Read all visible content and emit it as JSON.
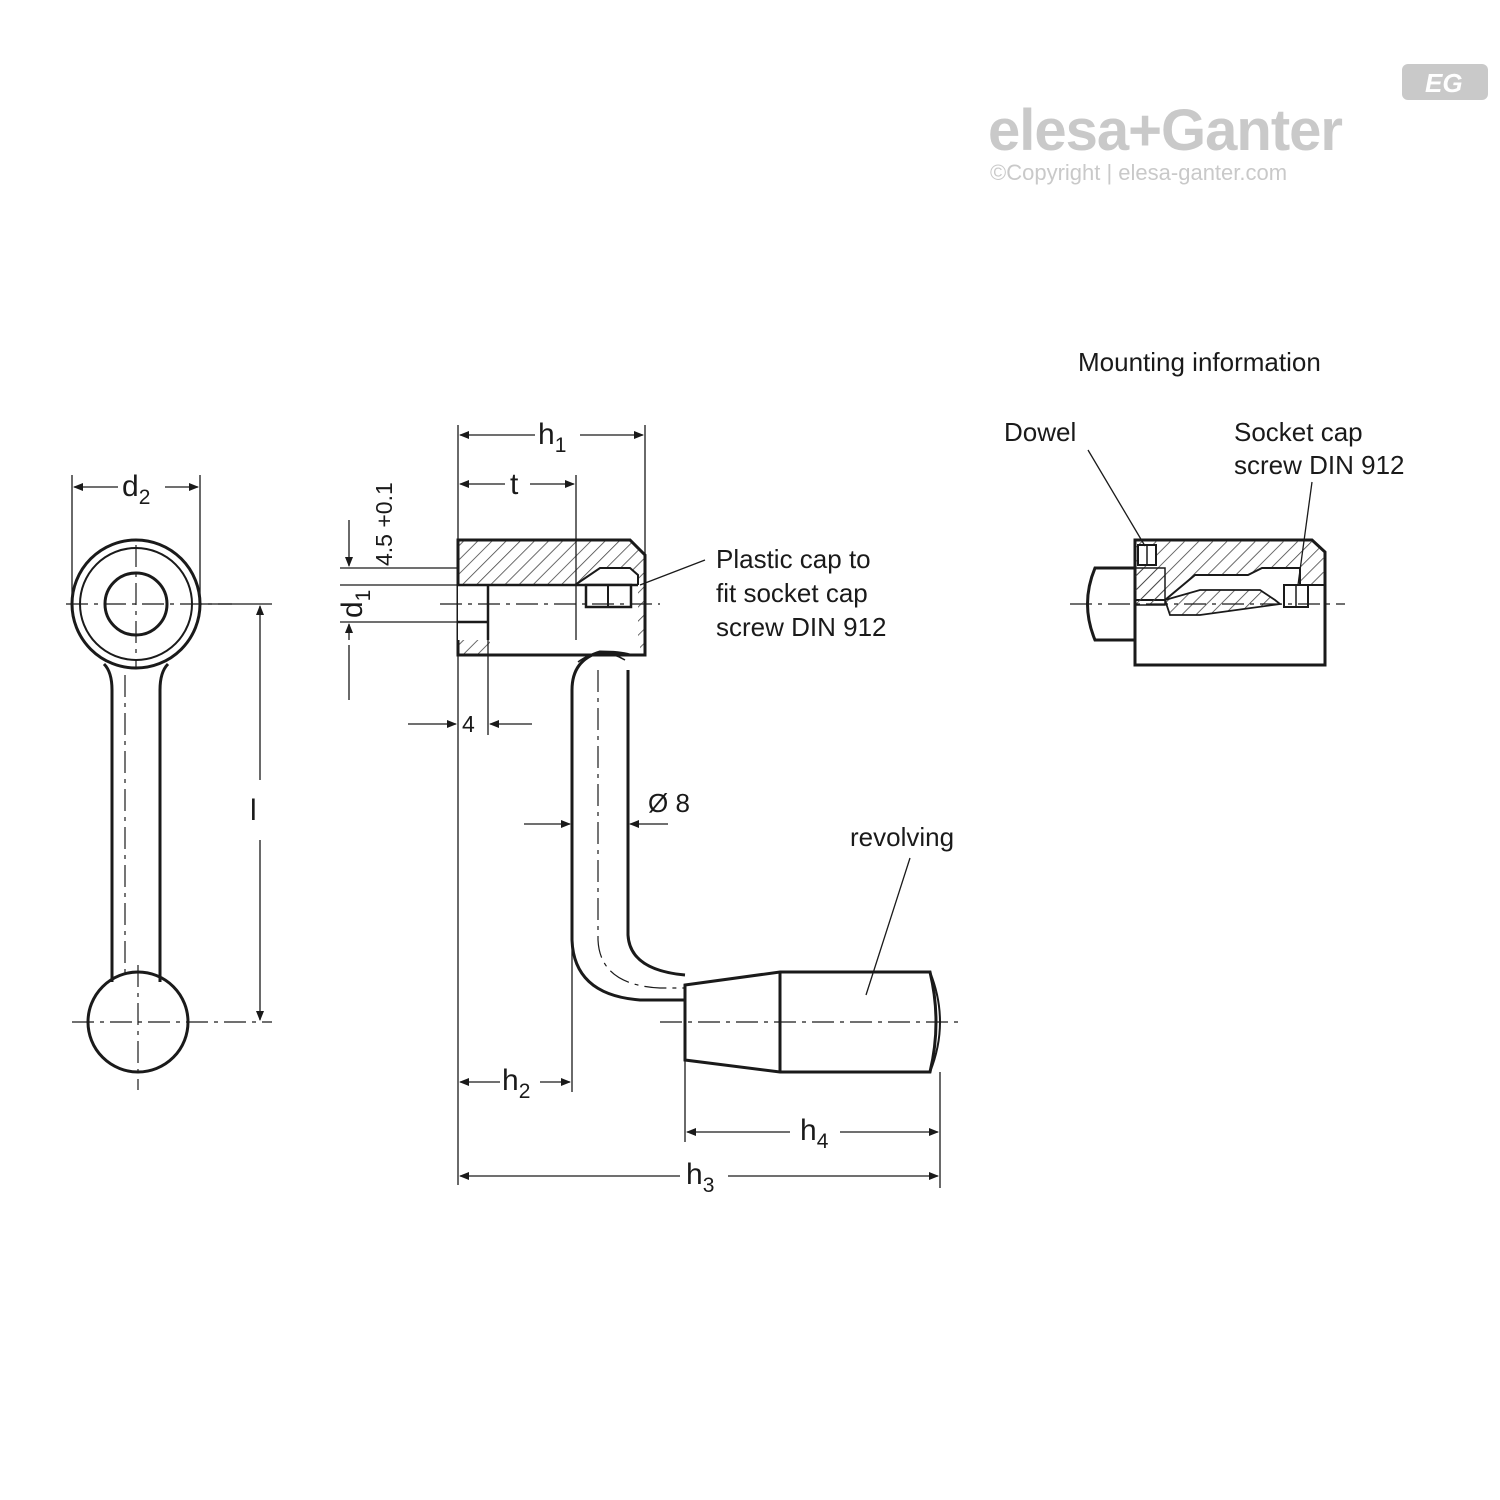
{
  "brand": {
    "name_left": "elesa",
    "plus": "+",
    "name_right": "Ganter",
    "copyright": "©Copyright | elesa-ganter.com",
    "badge": "EG",
    "color": "#c9c9c9"
  },
  "dimensions": {
    "d2": "d",
    "d2_sub": "2",
    "l": "l",
    "h1": "h",
    "h1_sub": "1",
    "t": "t",
    "tolerance": "4.5 +0.1",
    "d1": "d",
    "d1_sub": "1",
    "four": "4",
    "dia8": "Ø 8",
    "h2": "h",
    "h2_sub": "2",
    "h4": "h",
    "h4_sub": "4",
    "h3": "h",
    "h3_sub": "3"
  },
  "callouts": {
    "plastic_cap": [
      "Plastic cap to",
      "fit socket cap",
      "screw DIN 912"
    ],
    "revolving": "revolving"
  },
  "mounting": {
    "title": "Mounting information",
    "dowel": "Dowel",
    "socket_cap": [
      "Socket cap",
      "screw DIN 912"
    ]
  },
  "icons": [
    "logo-badge-icon",
    "ruler-arrows"
  ]
}
